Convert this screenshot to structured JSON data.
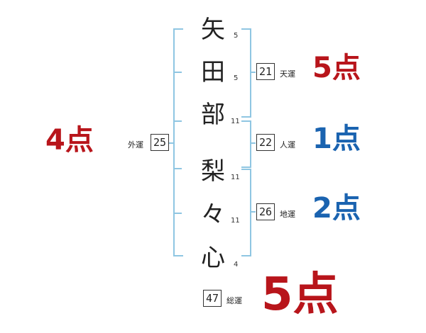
{
  "name_chars": [
    {
      "char": "矢",
      "strokes": "5"
    },
    {
      "char": "田",
      "strokes": "5"
    },
    {
      "char": "部",
      "strokes": "11"
    },
    {
      "char": "梨",
      "strokes": "11"
    },
    {
      "char": "々",
      "strokes": "11"
    },
    {
      "char": "心",
      "strokes": "4"
    }
  ],
  "tenun": {
    "value": "21",
    "label": "天運",
    "score": "5点"
  },
  "jinun": {
    "value": "22",
    "label": "人運",
    "score": "1点"
  },
  "chiun": {
    "value": "26",
    "label": "地運",
    "score": "2点"
  },
  "gaiun": {
    "value": "25",
    "label": "外運",
    "score": "4点"
  },
  "souun": {
    "value": "47",
    "label": "総運",
    "score": "5点"
  },
  "colors": {
    "bracket": "#8fc6e2",
    "red": "#b8151b",
    "blue": "#1a63b0"
  }
}
